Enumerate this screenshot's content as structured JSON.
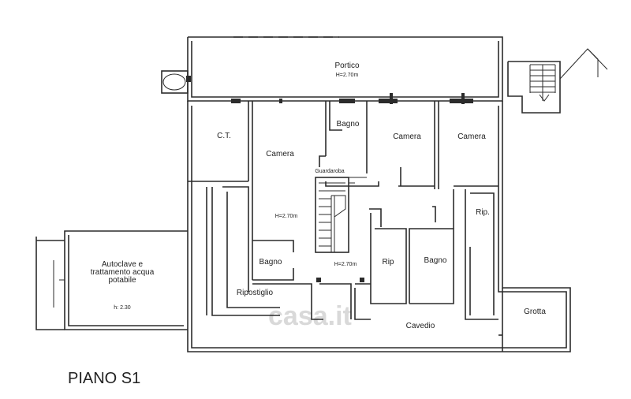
{
  "title": "PIANO S1",
  "rooms": {
    "portico": "Portico",
    "portico_height": "H=2.70m",
    "ct": "C.T.",
    "camera_1": "Camera",
    "camera_2": "Camera",
    "camera_3": "Camera",
    "bagno_top": "Bagno",
    "guardaroba": "Guardaroba",
    "height_center_left": "H=2.70m",
    "height_center": "H=2.70m",
    "bagno_left": "Bagno",
    "rip_center": "Rip",
    "bagno_right": "Bagno",
    "rip_right": "Rip.",
    "ripostiglio": "Ripostiglio",
    "cavedio": "Cavedio",
    "grotta": "Grotta",
    "autoclave_line1": "Autoclave e",
    "autoclave_line2": "trattamento acqua",
    "autoclave_line3": "potabile",
    "autoclave_height": "h: 2.30"
  },
  "watermark": "casa.it"
}
